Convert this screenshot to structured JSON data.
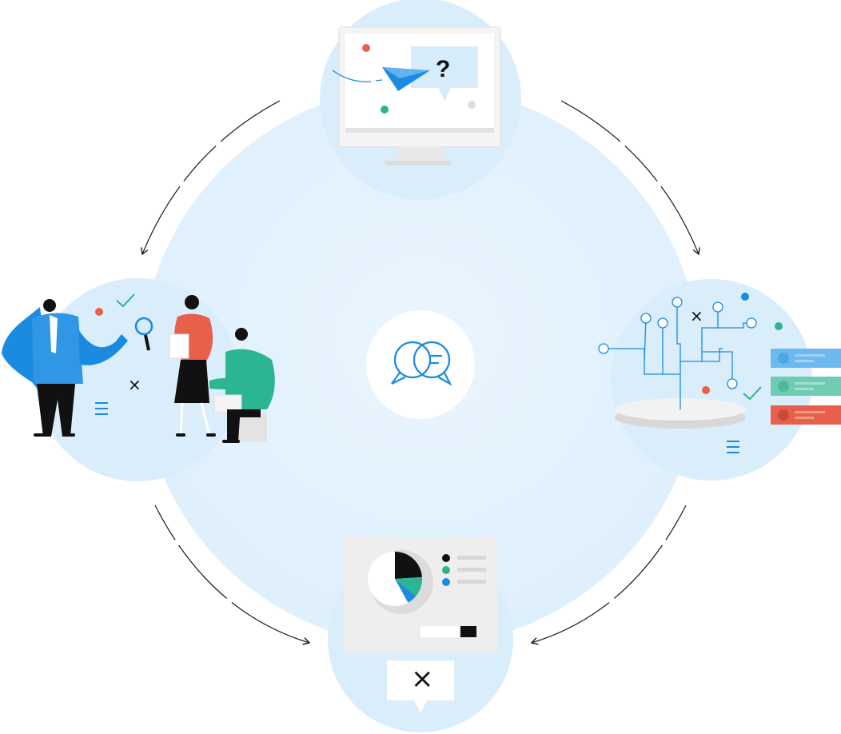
{
  "diagram": {
    "kind": "cycle",
    "colors": {
      "main_circle": "#e6f3fd",
      "node_circle": "#d9edfb",
      "accent_blue": "#1a8be0",
      "accent_green": "#2bb592",
      "accent_red": "#e8604b",
      "arrow": "#1a1a1a",
      "panel_gray": "#eeeeee",
      "chat_icon": "#1a8be0"
    },
    "center": {
      "icon": "chat-bubbles-icon"
    },
    "nodes": [
      {
        "id": "top",
        "scene": "computer-monitor-paper-plane",
        "question_mark": "?"
      },
      {
        "id": "left",
        "scene": "people-researching-with-magnifier",
        "marks": {
          "check": "✓",
          "cross": "×"
        }
      },
      {
        "id": "right",
        "scene": "decision-tree-platform",
        "marks": {
          "check": "✓",
          "cross": "×"
        }
      },
      {
        "id": "bottom",
        "scene": "pie-chart-report",
        "pie": [
          {
            "label": "",
            "color": "#111111",
            "value": 0.24
          },
          {
            "label": "",
            "color": "#2bb592",
            "value": 0.12
          },
          {
            "label": "",
            "color": "#1a8be0",
            "value": 0.06
          },
          {
            "label": "",
            "color": "#ffffff",
            "value": 0.58
          }
        ],
        "marks": {
          "cross": "×"
        }
      }
    ],
    "arrows": [
      {
        "from": "top",
        "to": "left"
      },
      {
        "from": "top",
        "to": "right"
      },
      {
        "from": "left",
        "to": "bottom"
      },
      {
        "from": "right",
        "to": "bottom"
      }
    ]
  }
}
